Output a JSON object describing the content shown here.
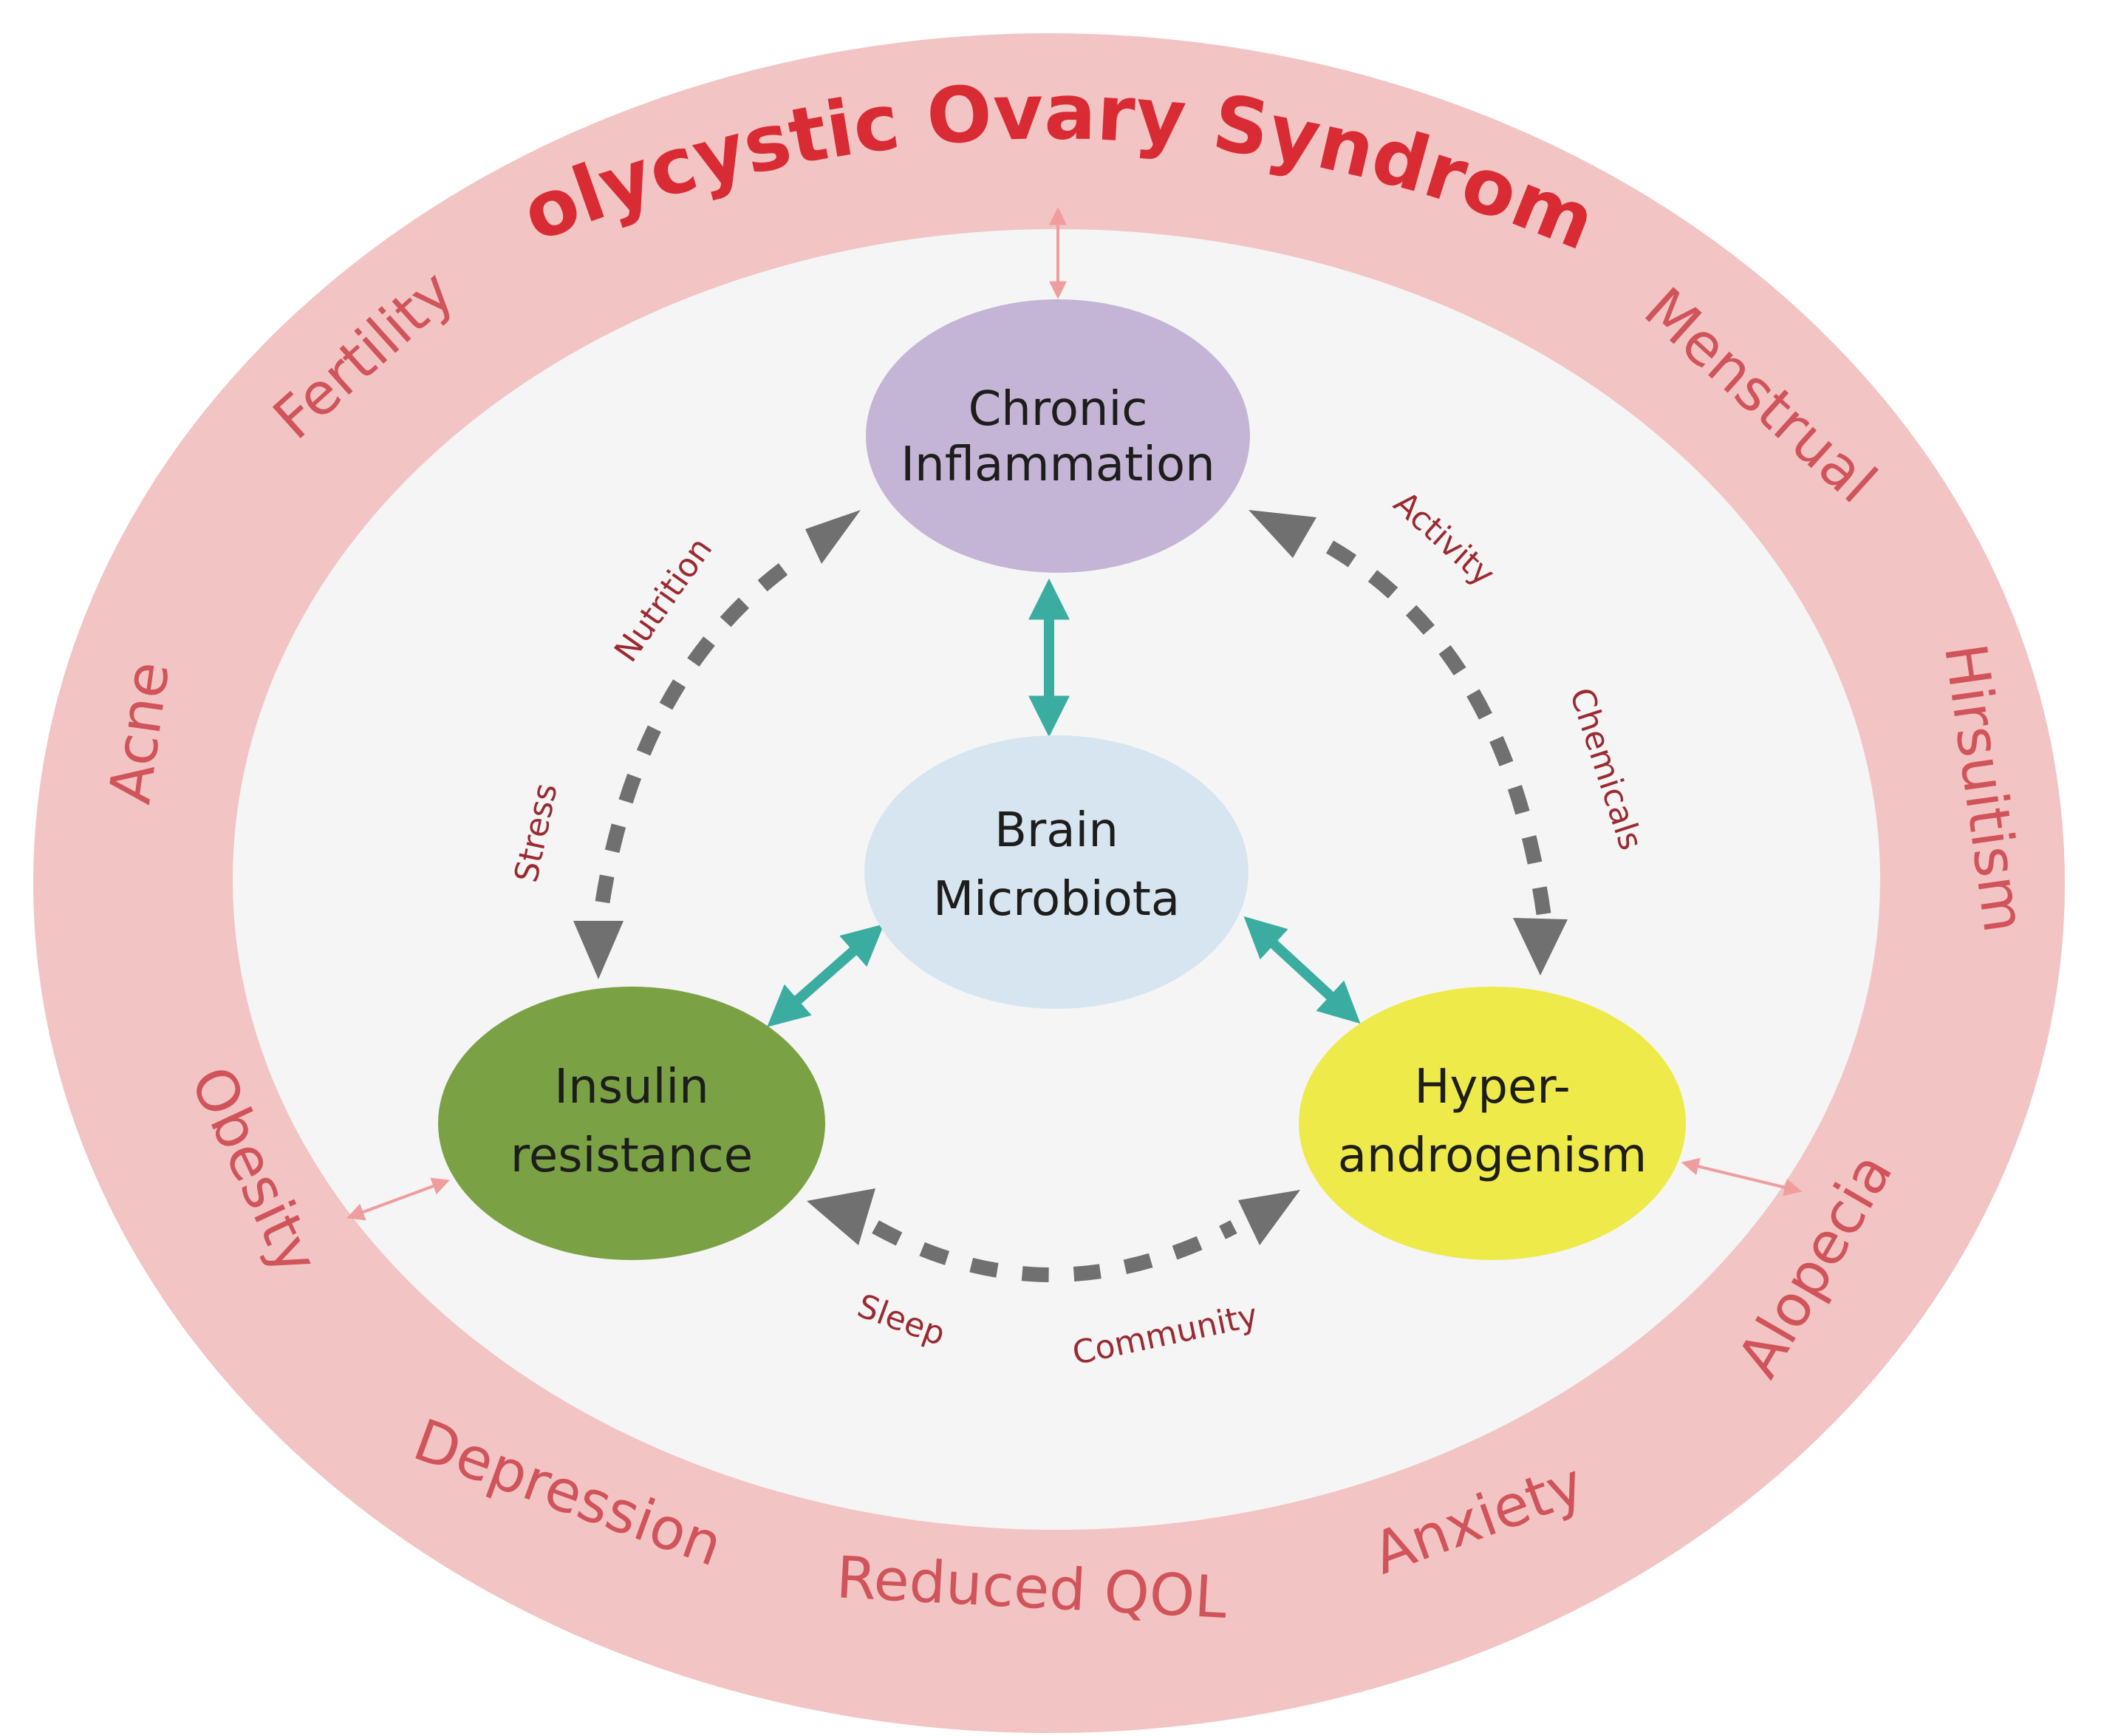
{
  "title": "Polycystic Ovary Syndrome",
  "nodes": {
    "chronic_inflammation": {
      "line1": "Chronic",
      "line2": "Inflammation",
      "color": "#c4b5d6"
    },
    "brain_microbiota": {
      "line1": "Brain",
      "line2": "Microbiota",
      "color": "#d6e5ef"
    },
    "insulin_resistance": {
      "line1": "Insulin",
      "line2": "resistance",
      "color": "#7aa245"
    },
    "hyperandrogenism": {
      "line1": "Hyper-",
      "line2": "androgenism",
      "color": "#eeea4a"
    }
  },
  "symptoms": {
    "fertility": "Fertility",
    "menstrual": "Menstrual",
    "hirsuitism": "Hirsuitism",
    "alopecia": "Alopecia",
    "anxiety": "Anxiety",
    "reduced_qol": "Reduced QOL",
    "depression": "Depression",
    "obesity": "Obesity",
    "acne": "Acne"
  },
  "factors": {
    "nutrition": "Nutrition",
    "stress": "Stress",
    "activity": "Activity",
    "chemicals": "Chemicals",
    "sleep": "Sleep",
    "community": "Community"
  },
  "colors": {
    "ring": "#f2c4c3",
    "inner_background": "#f5f5f5",
    "title": "#d92b34",
    "ring_text": "#d0545a",
    "factor_text": "#9b2a31",
    "teal_arrow": "#3aada0",
    "dashed_arrow": "#707070",
    "pink_arrow": "#ef9d9d"
  }
}
